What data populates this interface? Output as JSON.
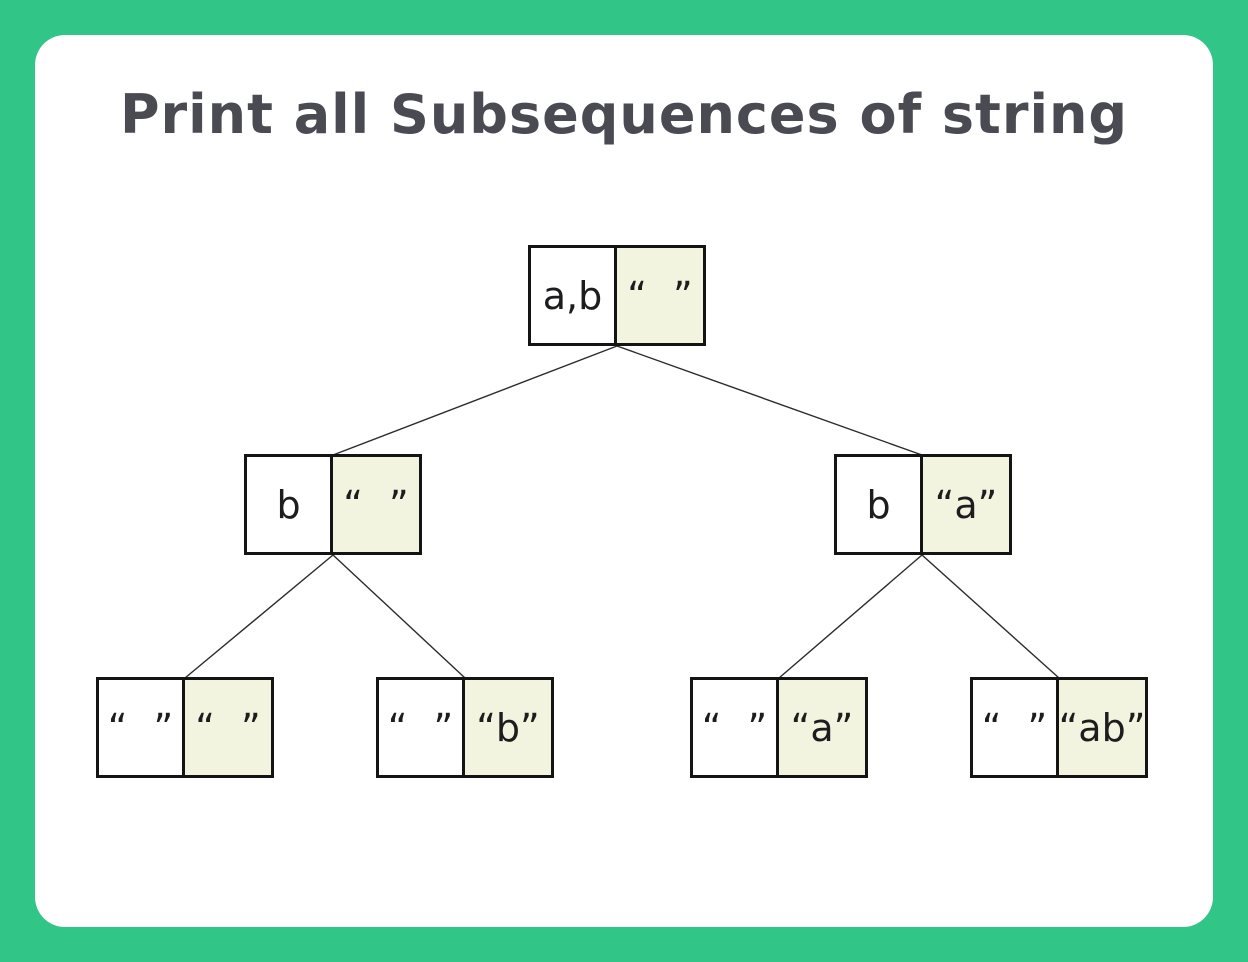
{
  "title": "Print all Subsequences of string",
  "colors": {
    "frame_green": "#31c587",
    "card_white": "#ffffff",
    "output_cell_fill": "#f3f4e0",
    "node_border": "#141414",
    "title_text": "#4a4a52",
    "edge_line": "#2b2b2b"
  },
  "tree": {
    "description": "Recursion tree of pick / not-pick choices producing subsequences",
    "nodes": [
      {
        "id": "root",
        "level": 0,
        "remaining": "a,b",
        "output": "“ ”"
      },
      {
        "id": "left",
        "level": 1,
        "remaining": "b",
        "output": "“ ”"
      },
      {
        "id": "right",
        "level": 1,
        "remaining": "b",
        "output": "“a”"
      },
      {
        "id": "leaf-1",
        "level": 2,
        "remaining": "“ ”",
        "output": "“ ”"
      },
      {
        "id": "leaf-2",
        "level": 2,
        "remaining": "“ ”",
        "output": "“b”"
      },
      {
        "id": "leaf-3",
        "level": 2,
        "remaining": "“ ”",
        "output": "“a”"
      },
      {
        "id": "leaf-4",
        "level": 2,
        "remaining": "“ ”",
        "output": "“ab”"
      }
    ],
    "edges": [
      [
        "root",
        "left"
      ],
      [
        "root",
        "right"
      ],
      [
        "left",
        "leaf-1"
      ],
      [
        "left",
        "leaf-2"
      ],
      [
        "right",
        "leaf-3"
      ],
      [
        "right",
        "leaf-4"
      ]
    ]
  }
}
